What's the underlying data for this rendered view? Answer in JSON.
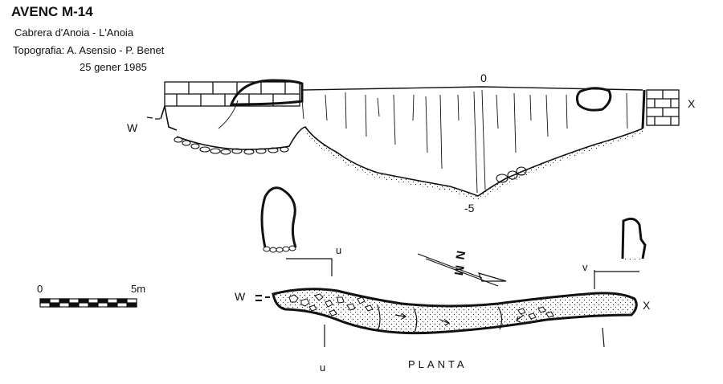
{
  "header": {
    "title": "AVENC M-14",
    "location": "Cabrera d'Anoia - L'Anoia",
    "survey_credit": "Topografia: A. Asensio - P. Benet",
    "date": "25 gener 1985"
  },
  "section": {
    "depth_top": "0",
    "depth_bottom": "-5",
    "west_label": "W",
    "east_label": "X"
  },
  "plan": {
    "title": "PLANTA",
    "west_label": "W",
    "east_label": "X",
    "cut_u": "u",
    "cut_v": "v",
    "north_label": "N",
    "magnetic_label": "M"
  },
  "scale": {
    "start": "0",
    "end": "5m"
  }
}
